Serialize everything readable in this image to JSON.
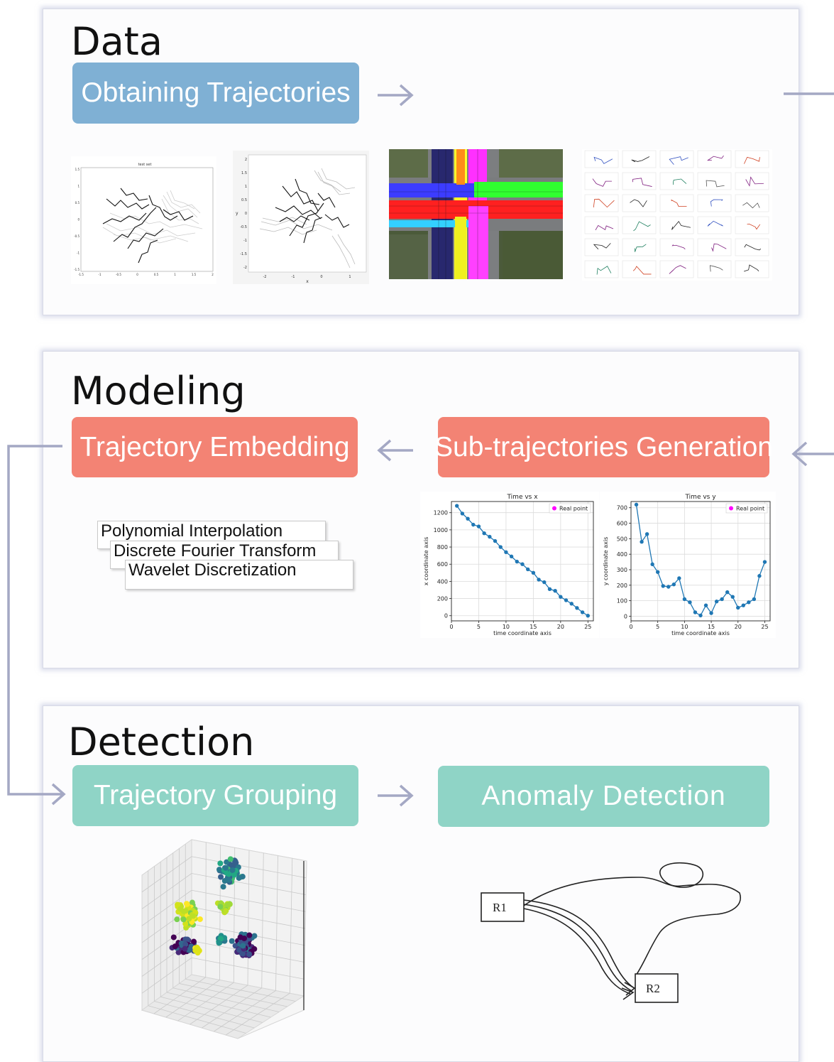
{
  "sections": {
    "data": {
      "title": "Data",
      "stage": "Obtaining Trajectories",
      "thumb1_title": "test set",
      "thumb1_xticks": [
        "-1.5",
        "-1",
        "-0.5",
        "0",
        "0.5",
        "1",
        "1.5",
        "2"
      ],
      "thumb1_yticks": [
        "1.5",
        "1",
        "0.5",
        "0",
        "-0.5",
        "-1",
        "-1.5"
      ],
      "thumb2_xticks": [
        "-2",
        "-1",
        "0",
        "1"
      ],
      "thumb2_yticks": [
        "2",
        "1.5",
        "1",
        "0.5",
        "0",
        "-0.5",
        "-1",
        "-1.5",
        "-2"
      ],
      "thumb2_xlabel": "x",
      "thumb2_ylabel": "y"
    },
    "modeling": {
      "title": "Modeling",
      "stage_left": "Trajectory Embedding",
      "stage_right": "Sub-trajectories Generation",
      "methods": [
        "Polynomial Interpolation",
        "Discrete Fourier Transform",
        "Wavelet Discretization"
      ]
    },
    "detection": {
      "title": "Detection",
      "stage_left": "Trajectory Grouping",
      "stage_right": "Anomaly Detection",
      "region1": "R1",
      "region2": "R2"
    }
  },
  "chart_data": [
    {
      "type": "line",
      "title": "Time vs x",
      "xlabel": "time coordinate axis",
      "ylabel": "x coordinate axis",
      "legend": "Real point",
      "legend_color": "#ff00ff",
      "line_color": "#1f77b4",
      "xlim": [
        0,
        26
      ],
      "ylim": [
        -60,
        1330
      ],
      "xticks": [
        0,
        5,
        10,
        15,
        20,
        25
      ],
      "yticks": [
        0,
        200,
        400,
        600,
        800,
        1000,
        1200
      ],
      "x": [
        1,
        2,
        3,
        4,
        5,
        6,
        7,
        8,
        9,
        10,
        11,
        12,
        13,
        14,
        15,
        16,
        17,
        18,
        19,
        20,
        21,
        22,
        23,
        24,
        25
      ],
      "y": [
        1280,
        1190,
        1130,
        1060,
        1040,
        960,
        920,
        870,
        800,
        740,
        690,
        630,
        600,
        540,
        500,
        420,
        390,
        310,
        290,
        220,
        180,
        140,
        90,
        40,
        0
      ]
    },
    {
      "type": "line",
      "title": "Time vs y",
      "xlabel": "time coordinate axis",
      "ylabel": "y coordinate axis",
      "legend": "Real point",
      "legend_color": "#ff00ff",
      "line_color": "#1f77b4",
      "xlim": [
        0,
        26
      ],
      "ylim": [
        -30,
        740
      ],
      "xticks": [
        0,
        5,
        10,
        15,
        20,
        25
      ],
      "yticks": [
        0,
        100,
        200,
        300,
        400,
        500,
        600,
        700
      ],
      "x": [
        1,
        2,
        3,
        4,
        5,
        6,
        7,
        8,
        9,
        10,
        11,
        12,
        13,
        14,
        15,
        16,
        17,
        18,
        19,
        20,
        21,
        22,
        23,
        24,
        25
      ],
      "y": [
        720,
        480,
        530,
        335,
        285,
        195,
        190,
        205,
        245,
        110,
        90,
        25,
        5,
        70,
        20,
        95,
        110,
        155,
        125,
        55,
        70,
        90,
        110,
        260,
        350
      ]
    }
  ]
}
